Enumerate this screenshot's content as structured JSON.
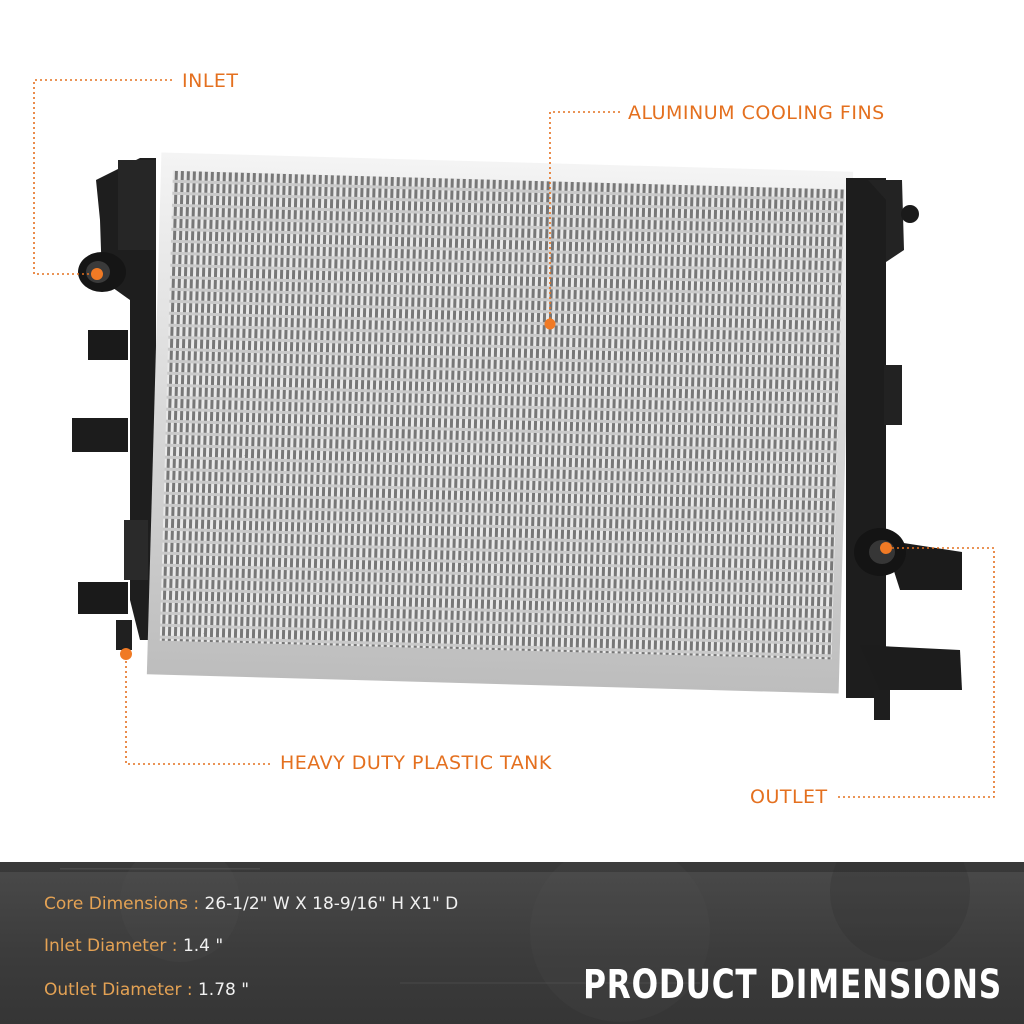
{
  "callouts": {
    "inlet": "INLET",
    "fins": "ALUMINUM COOLING FINS",
    "tank": "HEAVY DUTY PLASTIC TANK",
    "outlet": "OUTLET"
  },
  "specs": [
    {
      "label": "Core Dimensions",
      "value": "26-1/2\" W X  18-9/16\" H X1\" D"
    },
    {
      "label": "Inlet Diameter",
      "value": "1.4 \""
    },
    {
      "label": "Outlet Diameter ",
      "value": "1.78 \""
    }
  ],
  "panel_title": "PRODUCT DIMENSIONS",
  "colors": {
    "accent": "#e4701f",
    "panel": "#3f3f3f",
    "label": "#e4a254"
  }
}
